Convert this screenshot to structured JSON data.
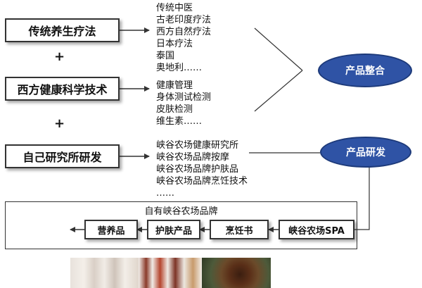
{
  "sources": [
    {
      "label": "传统养生疗法"
    },
    {
      "label": "西方健康科学技术"
    },
    {
      "label": "自己研究所研发"
    }
  ],
  "plus_sign": "+",
  "lists": {
    "traditional": [
      "传统中医",
      "古老印度疗法",
      "西方自然疗法",
      "日本疗法",
      "泰国",
      "奥地利……"
    ],
    "western": [
      "健康管理",
      "身体测试检测",
      "皮肤检测",
      "维生素……"
    ],
    "research": [
      "峡谷农场健康研究所",
      "峡谷农场品牌按摩",
      "峡谷农场品牌护肤品",
      "峡谷农场品牌烹饪技术",
      "……"
    ]
  },
  "ellipses": {
    "integration": "产品整合",
    "research": "产品研发"
  },
  "brand": {
    "title": "自有峡谷农场品牌",
    "products": [
      "营养品",
      "护肤产品",
      "烹饪书",
      "峡谷农场SPA"
    ]
  }
}
